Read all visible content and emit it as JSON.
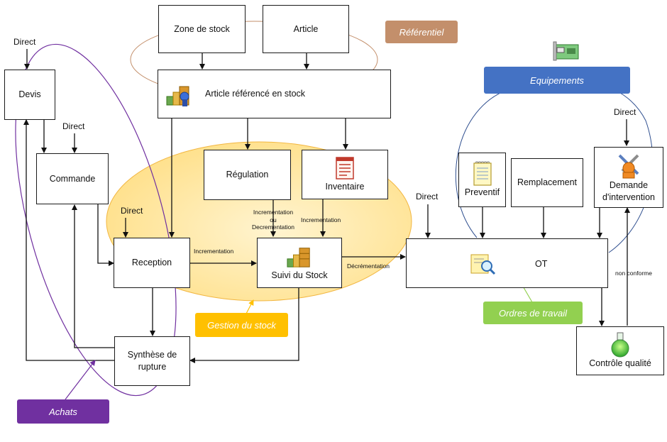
{
  "boxes": {
    "zone_stock": "Zone de stock",
    "article": "Article",
    "article_ref": "Article référencé en stock",
    "devis": "Devis",
    "commande": "Commande",
    "regulation": "Régulation",
    "inventaire": "Inventaire",
    "reception": "Reception",
    "suivi_stock": "Suivi du Stock",
    "synthese": "Synthèse de rupture",
    "preventif": "Preventif",
    "remplacement": "Remplacement",
    "demande_line1": "Demande",
    "demande_line2": "d'intervention",
    "ot": "OT",
    "controle": "Contrôle qualité"
  },
  "tags": {
    "referentiel": "Référentiel",
    "equipements": "Equipements",
    "gestion_stock": "Gestion du stock",
    "ordres_travail": "Ordres de travail",
    "achats": "Achats"
  },
  "labels": {
    "direct": "Direct",
    "incrementation": "Incrementation",
    "incr_line1": "Incrementation",
    "incr_line2": "ou",
    "incr_line3": "Decrementation",
    "decrementation": "Décrémentation",
    "non_conforme": "non conforme"
  },
  "colors": {
    "referentiel": "#c38f6b",
    "equipements": "#4472c4",
    "gestion_stock": "#ffc000",
    "ordres_travail": "#92d050",
    "achats": "#7030a0",
    "stock_zone_fill": "#ffe7a6"
  },
  "icons": [
    "stock-blocks-icon",
    "inventory-sheet-icon",
    "notepad-icon",
    "repair-tools-icon",
    "work-order-magnifier-icon",
    "flask-icon",
    "network-card-icon"
  ]
}
